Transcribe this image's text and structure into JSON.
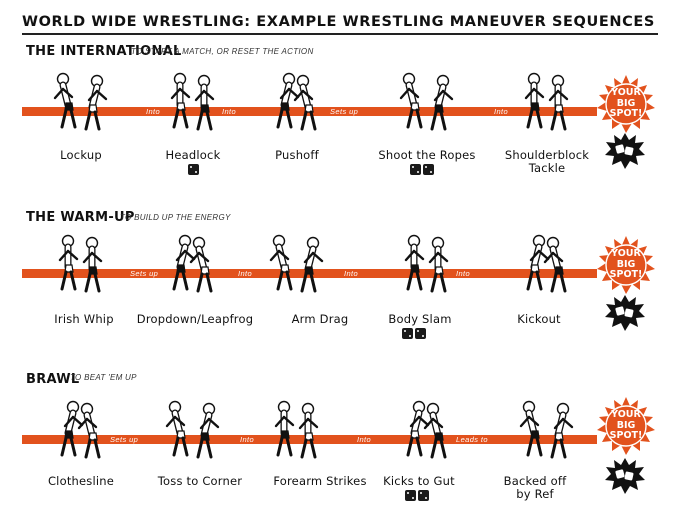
{
  "title": "World Wide Wrestling: Example Wrestling Maneuver Sequences",
  "spot_badge": [
    "YOUR",
    "BIG",
    "SPOT!"
  ],
  "sequences": [
    {
      "name": "The International",
      "description": "to start a match, or reset the action",
      "connectors": [
        "Into",
        "Into",
        "Sets up",
        "Into"
      ],
      "moves": [
        {
          "label": "Lockup",
          "dice": 0
        },
        {
          "label": "Headlock",
          "dice": 1
        },
        {
          "label": "Pushoff",
          "dice": 0
        },
        {
          "label": "Shoot the Ropes",
          "dice": 2
        },
        {
          "label_line1": "Shoulderblock",
          "label_line2": "Tackle",
          "dice": 0
        }
      ]
    },
    {
      "name": "The Warm-Up",
      "description": "to build up the energy",
      "connectors": [
        "Sets up",
        "Into",
        "Into",
        "Into"
      ],
      "moves": [
        {
          "label": "Irish Whip",
          "dice": 0
        },
        {
          "label": "Dropdown/Leapfrog",
          "dice": 0
        },
        {
          "label": "Arm Drag",
          "dice": 0
        },
        {
          "label": "Body Slam",
          "dice": 2
        },
        {
          "label": "Kickout",
          "dice": 0
        }
      ]
    },
    {
      "name": "Brawl",
      "description": "to beat 'em up",
      "connectors": [
        "Sets up",
        "Into",
        "Into",
        "Leads to"
      ],
      "moves": [
        {
          "label": "Clothesline",
          "dice": 0
        },
        {
          "label": "Toss to Corner",
          "dice": 0
        },
        {
          "label": "Forearm Strikes",
          "dice": 0
        },
        {
          "label": "Kicks to Gut",
          "dice": 2
        },
        {
          "label_line1": "Backed off",
          "label_line2": "by Ref",
          "dice": 0
        }
      ]
    }
  ],
  "colors": {
    "accent": "#e2521d",
    "ink": "#111111"
  },
  "icons": {
    "die": "die-icon",
    "dice_burst": "dice-burst-icon",
    "wrestler": "wrestler-figure"
  }
}
